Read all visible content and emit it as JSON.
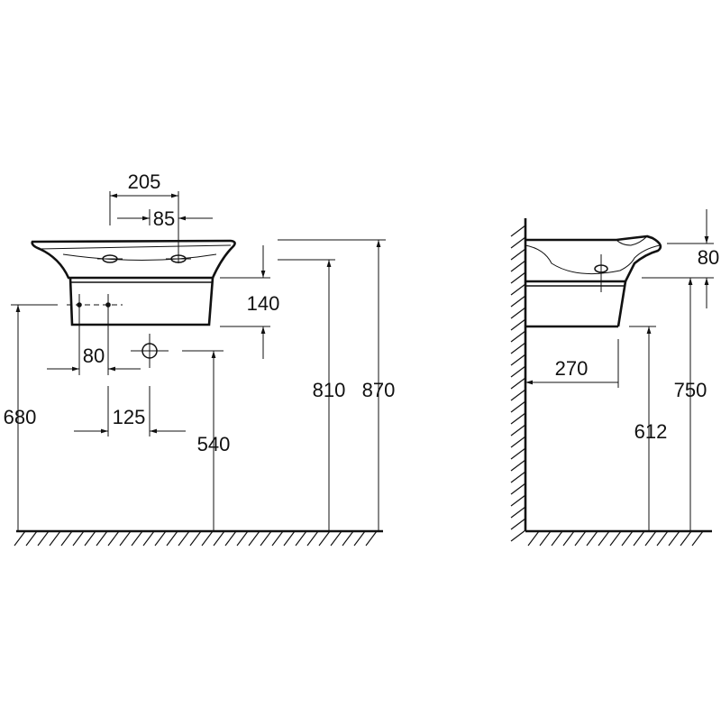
{
  "front_view": {
    "dim_basin_width": "205",
    "dim_tap_spacing": "85",
    "dim_rim_thickness": "140",
    "dim_drain_hole_spacing": "80",
    "dim_drain_offset": "125",
    "dim_fixing_height": "680",
    "dim_drain_height": "540",
    "dim_pedestal_height": "810",
    "dim_total_height": "870"
  },
  "side_view": {
    "dim_rim_depth": "80",
    "dim_projection": "270",
    "dim_body_height": "750",
    "dim_drain_height": "612"
  }
}
